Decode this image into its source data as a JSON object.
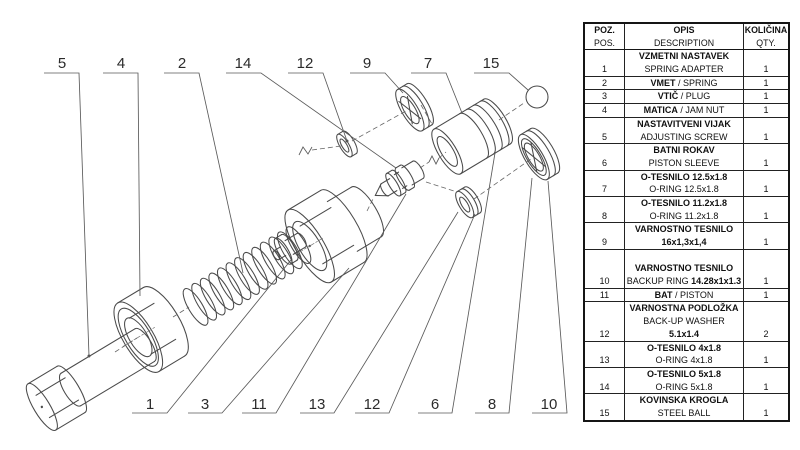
{
  "colors": {
    "background": "#ffffff",
    "drawing_line": "#4a4a4a",
    "text": "#111111"
  },
  "diagram": {
    "top_labels": [
      "5",
      "4",
      "2",
      "14",
      "12",
      "9",
      "7",
      "15"
    ],
    "bottom_labels": [
      "1",
      "3",
      "11",
      "13",
      "12",
      "6",
      "8",
      "10"
    ]
  },
  "table": {
    "header": {
      "pos_top": "POZ.",
      "pos_bottom": "POS.",
      "desc_top": "OPIS",
      "desc_bottom": "DESCRIPTION",
      "qty_top": "KOLIČINA",
      "qty_bottom": "QTY."
    },
    "rows": [
      {
        "pos": "1",
        "qty": "1",
        "lines": [
          [
            [
              "VZMETNI NASTAVEK",
              1
            ]
          ],
          [
            [
              "SPRING ADAPTER",
              0
            ]
          ]
        ]
      },
      {
        "pos": "2",
        "qty": "1",
        "lines": [
          [
            [
              "VMET",
              1
            ],
            [
              " / SPRING",
              0
            ]
          ]
        ]
      },
      {
        "pos": "3",
        "qty": "1",
        "lines": [
          [
            [
              "VTIČ",
              1
            ],
            [
              " / PLUG",
              0
            ]
          ]
        ]
      },
      {
        "pos": "4",
        "qty": "1",
        "lines": [
          [
            [
              "MATICA",
              1
            ],
            [
              " / JAM NUT",
              0
            ]
          ]
        ]
      },
      {
        "pos": "5",
        "qty": "1",
        "lines": [
          [
            [
              "NASTAVITVENI VIJAK",
              1
            ]
          ],
          [
            [
              "ADJUSTING SCREW",
              0
            ]
          ]
        ]
      },
      {
        "pos": "6",
        "qty": "1",
        "lines": [
          [
            [
              "BATNI ROKAV",
              1
            ]
          ],
          [
            [
              "PISTON SLEEVE",
              0
            ]
          ]
        ]
      },
      {
        "pos": "7",
        "qty": "1",
        "lines": [
          [
            [
              "O-TESNILO 12.5x1.8",
              1
            ]
          ],
          [
            [
              "O-RING 12.5x1.8",
              0
            ]
          ]
        ]
      },
      {
        "pos": "8",
        "qty": "1",
        "lines": [
          [
            [
              "O-TESNILO 11.2x1.8",
              1
            ]
          ],
          [
            [
              "O-RING 11.2x1.8",
              0
            ]
          ]
        ]
      },
      {
        "pos": "9",
        "qty": "1",
        "lines": [
          [
            [
              "VARNOSTNO TESNILO",
              1
            ]
          ],
          [
            [
              "16x1,3x1,4",
              1
            ]
          ]
        ]
      },
      {
        "pos": "10",
        "qty": "1",
        "lines": [
          [
            [
              "",
              0
            ]
          ],
          [
            [
              "VARNOSTNO TESNILO",
              1
            ]
          ],
          [
            [
              "BACKUP RING ",
              0
            ],
            [
              "14.28x1x1.3",
              1
            ]
          ]
        ]
      },
      {
        "pos": "11",
        "qty": "1",
        "lines": [
          [
            [
              "BAT",
              1
            ],
            [
              " / PISTON",
              0
            ]
          ]
        ]
      },
      {
        "pos": "12",
        "qty": "2",
        "lines": [
          [
            [
              "VARNOSTNA PODLOŽKA",
              1
            ]
          ],
          [
            [
              "BACK-UP WASHER",
              0
            ]
          ],
          [
            [
              "5.1x1.4",
              1
            ]
          ]
        ]
      },
      {
        "pos": "13",
        "qty": "1",
        "lines": [
          [
            [
              "O-TESNILO  4x1.8",
              1
            ]
          ],
          [
            [
              "O-RING 4x1.8",
              0
            ]
          ]
        ]
      },
      {
        "pos": "14",
        "qty": "1",
        "lines": [
          [
            [
              "O-TESNILO  5x1.8",
              1
            ]
          ],
          [
            [
              "O-RING 5x1.8",
              0
            ]
          ]
        ]
      },
      {
        "pos": "15",
        "qty": "1",
        "lines": [
          [
            [
              "KOVINSKA KROGLA",
              1
            ]
          ],
          [
            [
              "STEEL BALL",
              0
            ]
          ]
        ]
      }
    ]
  }
}
